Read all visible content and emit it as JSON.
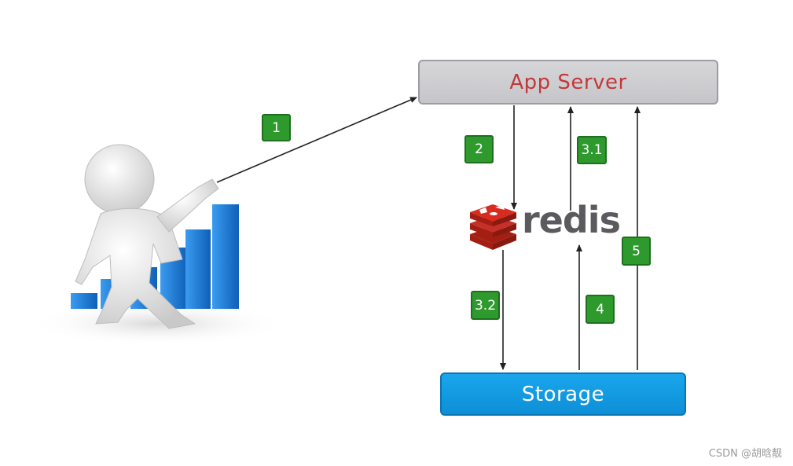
{
  "app_server": {
    "label": "App Server"
  },
  "storage": {
    "label": "Storage"
  },
  "redis": {
    "label": "redis",
    "logo_color": "#c6302b",
    "text_color": "#5a5a5f"
  },
  "steps": [
    "1",
    "2",
    "3.1",
    "3.2",
    "4",
    "5"
  ],
  "watermark": "CSDN @胡晗靓",
  "colors": {
    "app_server_fill": "#cfcfd3",
    "app_server_text": "#c0393b",
    "storage_fill": "#1aa6ec",
    "step_badge": "#2e9a2e",
    "bars": "#1e7fd8"
  }
}
